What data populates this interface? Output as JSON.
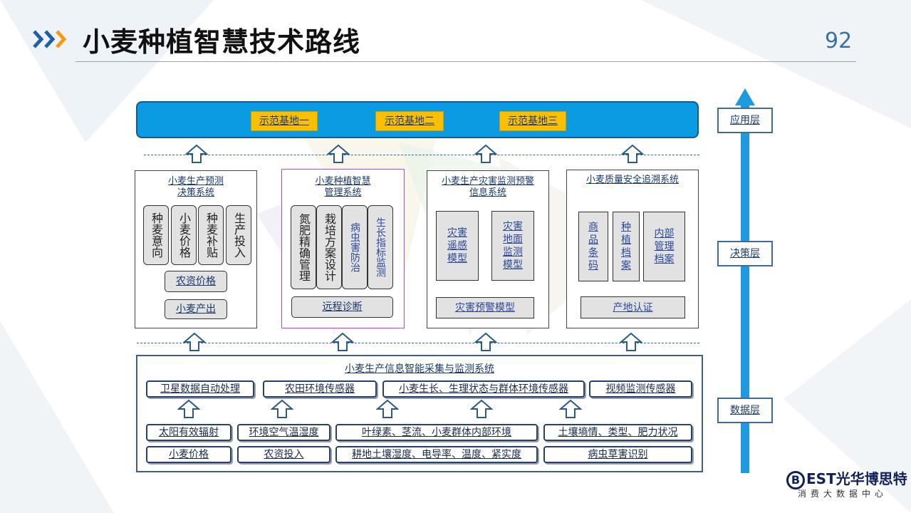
{
  "header": {
    "title": "小麦种植智慧技术路线",
    "page_number": "92"
  },
  "application": {
    "bases": [
      "示范基地一",
      "示范基地二",
      "示范基地三"
    ]
  },
  "decision": {
    "forecast": {
      "title_line1": "小麦生产预测",
      "title_line2": "决策系统",
      "vboxes": [
        "种麦意向",
        "小麦价格",
        "种麦补贴",
        "生产投入"
      ],
      "box1": "农资价格",
      "box2": "小麦产出"
    },
    "management": {
      "title_line1": "小麦种植智慧",
      "title_line2": "管理系统",
      "vboxes": [
        "氮肥精确管理",
        "栽培方案设计",
        "病虫害防治",
        "生长指标监测"
      ],
      "box1": "远程诊断"
    },
    "disaster": {
      "title_line1": "小麦生产灾害监测预警",
      "title_line2": "信息系统",
      "gboxes": [
        "灾害遥感模型",
        "灾害地面监测模型"
      ],
      "box1": "灾害预警模型"
    },
    "quality": {
      "title": "小麦质量安全追溯系统",
      "gboxes": [
        "商品条码",
        "种植档案",
        "内部管理档案"
      ],
      "box1": "产地认证"
    }
  },
  "data_layer": {
    "title": "小麦生产信息智能采集与监测系统",
    "sensors": [
      "卫星数据自动处理",
      "农田环境传感器",
      "小麦生长、生理状态与群体环境传感器",
      "视频监测传感器"
    ],
    "row1": [
      "太阳有效辐射",
      "环境空气温湿度",
      "叶绿素、茎流、小麦群体内部环境",
      "土壤墒情、类型、肥力状况"
    ],
    "row2": [
      "小麦价格",
      "农资投入",
      "耕地土壤湿度、电导率、温度、紧实度",
      "病虫草害识别"
    ]
  },
  "layers": {
    "app": "应用层",
    "decision": "决策层",
    "data": "数据层"
  },
  "logo": {
    "brand": "EST光华博思特",
    "brand_initial": "B",
    "tagline": "消费大数据中心"
  },
  "colors": {
    "ribbon": "#0a9be2",
    "base_fill": "#fac000",
    "arrow": "#1e9ae0",
    "chevron_blue": "#1e5fa8",
    "chevron_orange": "#f39c12"
  }
}
